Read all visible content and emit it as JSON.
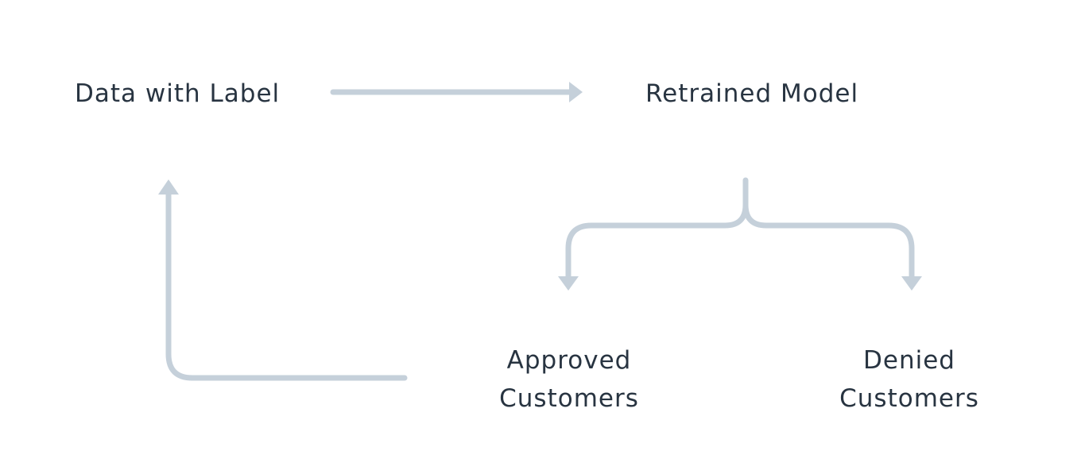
{
  "nodes": {
    "data_with_label": "Data with Label",
    "retrained_model": "Retrained Model",
    "approved": [
      "Approved",
      "Customers"
    ],
    "denied": [
      "Denied",
      "Customers"
    ]
  },
  "colors": {
    "text": "#283441",
    "arrow": "#c5d0da",
    "background": "#ffffff"
  }
}
